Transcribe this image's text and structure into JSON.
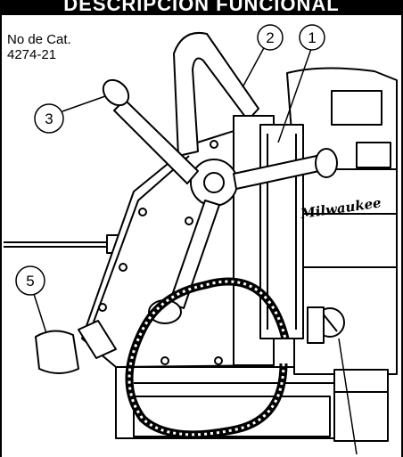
{
  "header": {
    "title": "DESCRIPCION FUNCIONAL"
  },
  "catalog": {
    "label": "No de Cat.",
    "number": "4274-21"
  },
  "illustration": {
    "brand": "Milwaukee"
  },
  "callouts": [
    "1",
    "2",
    "3",
    "5"
  ]
}
